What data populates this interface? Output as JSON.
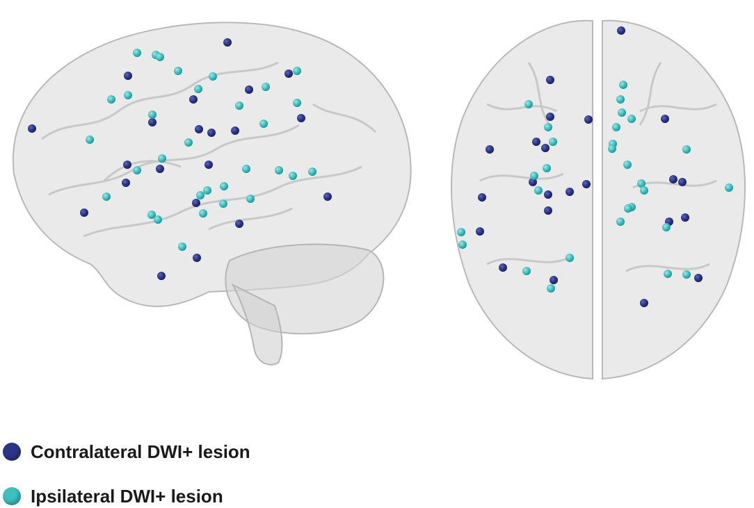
{
  "legend": {
    "contralateral": {
      "label": "Contralateral DWI+ lesion",
      "color": "#2b3585"
    },
    "ipsilateral": {
      "label": "Ipsilateral DWI+ lesion",
      "color": "#3fbfc0"
    }
  },
  "views": [
    "sagittal-brain-render",
    "axial-brain-render"
  ]
}
